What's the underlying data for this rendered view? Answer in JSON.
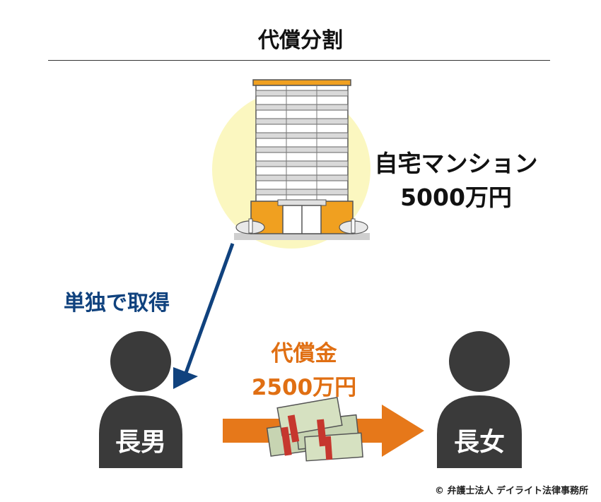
{
  "title": "代償分割",
  "property": {
    "name": "自宅マンション",
    "value": "5000万円"
  },
  "acquisition_label": "単独で取得",
  "compensation": {
    "label": "代償金",
    "amount": "2500万円"
  },
  "persons": {
    "eldest_son": "長男",
    "eldest_daughter": "長女"
  },
  "copyright": "© 弁護士法人 デイライト法律事務所",
  "colors": {
    "arrow_blue": "#10427e",
    "arrow_orange": "#e6781a",
    "person": "#3a3a3a",
    "glow": "#fbf7c0",
    "building_orange": "#f0a020"
  }
}
